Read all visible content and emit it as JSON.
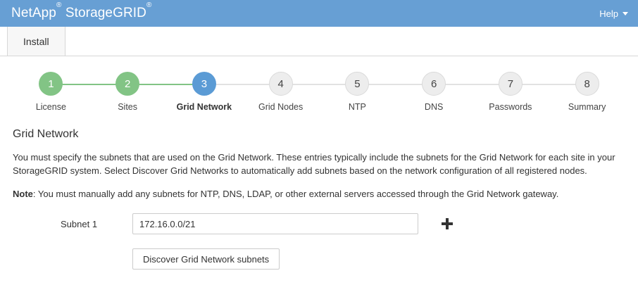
{
  "header": {
    "brand_name": "NetApp",
    "brand_product": "StorageGRID",
    "registered_mark": "®",
    "help_label": "Help",
    "bar_color": "#679fd4"
  },
  "tabs": [
    {
      "label": "Install"
    }
  ],
  "stepper": {
    "colors": {
      "done": "#82c485",
      "active": "#5b9bd5",
      "todo": "#ededed"
    },
    "steps": [
      {
        "number": "1",
        "label": "License",
        "state": "done"
      },
      {
        "number": "2",
        "label": "Sites",
        "state": "done"
      },
      {
        "number": "3",
        "label": "Grid Network",
        "state": "active"
      },
      {
        "number": "4",
        "label": "Grid Nodes",
        "state": "todo"
      },
      {
        "number": "5",
        "label": "NTP",
        "state": "todo"
      },
      {
        "number": "6",
        "label": "DNS",
        "state": "todo"
      },
      {
        "number": "7",
        "label": "Passwords",
        "state": "todo"
      },
      {
        "number": "8",
        "label": "Summary",
        "state": "todo"
      }
    ]
  },
  "main": {
    "title": "Grid Network",
    "description": "You must specify the subnets that are used on the Grid Network. These entries typically include the subnets for the Grid Network for each site in your StorageGRID system. Select Discover Grid Networks to automatically add subnets based on the network configuration of all registered nodes.",
    "note_label": "Note",
    "note_text": ": You must manually add any subnets for NTP, DNS, LDAP, or other external servers accessed through the Grid Network gateway.",
    "form": {
      "subnet_label": "Subnet 1",
      "subnet_value": "172.16.0.0/21",
      "subnet_placeholder": "",
      "add_icon": "plus-icon"
    },
    "discover_button_label": "Discover Grid Network subnets"
  }
}
